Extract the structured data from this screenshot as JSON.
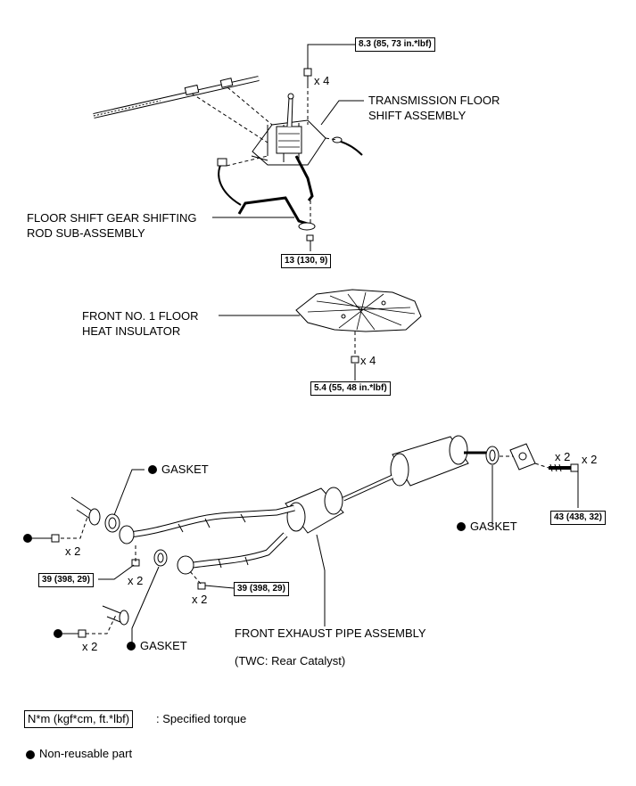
{
  "labels": {
    "shift_assembly": [
      "TRANSMISSION FLOOR",
      "SHIFT ASSEMBLY"
    ],
    "shifting_rod": [
      "FLOOR SHIFT GEAR SHIFTING",
      "ROD SUB-ASSEMBLY"
    ],
    "heat_insulator": [
      "FRONT NO. 1 FLOOR",
      "HEAT INSULATOR"
    ],
    "gasket_top": "GASKET",
    "gasket_right": "GASKET",
    "gasket_bottom": "GASKET",
    "exhaust_pipe": "FRONT EXHAUST PIPE ASSEMBLY",
    "twc_note": "(TWC: Rear Catalyst)"
  },
  "torques": {
    "shift_bolt": "8.3 (85, 73 in.*lbf)",
    "rod_nut": "13 (130, 9)",
    "insulator_nut": "5.4 (55, 48 in.*lbf)",
    "rear_bolt": "43 (438, 32)",
    "left_bolt": "39 (398, 29)",
    "mid_bolt": "39 (398, 29)"
  },
  "quantities": {
    "shift_bolt": "x 4",
    "insulator_nut": "x 4",
    "rear_nut": "x 2",
    "rear_bolt": "x 2",
    "left_nut_top": "x 2",
    "left_bolt": "x 2",
    "mid_bolt": "x 2",
    "left_nut_bottom": "x 2"
  },
  "legend": {
    "torque_unit": "N*m (kgf*cm, ft.*lbf)",
    "torque_desc": ": Specified torque",
    "non_reusable": "Non-reusable part"
  }
}
